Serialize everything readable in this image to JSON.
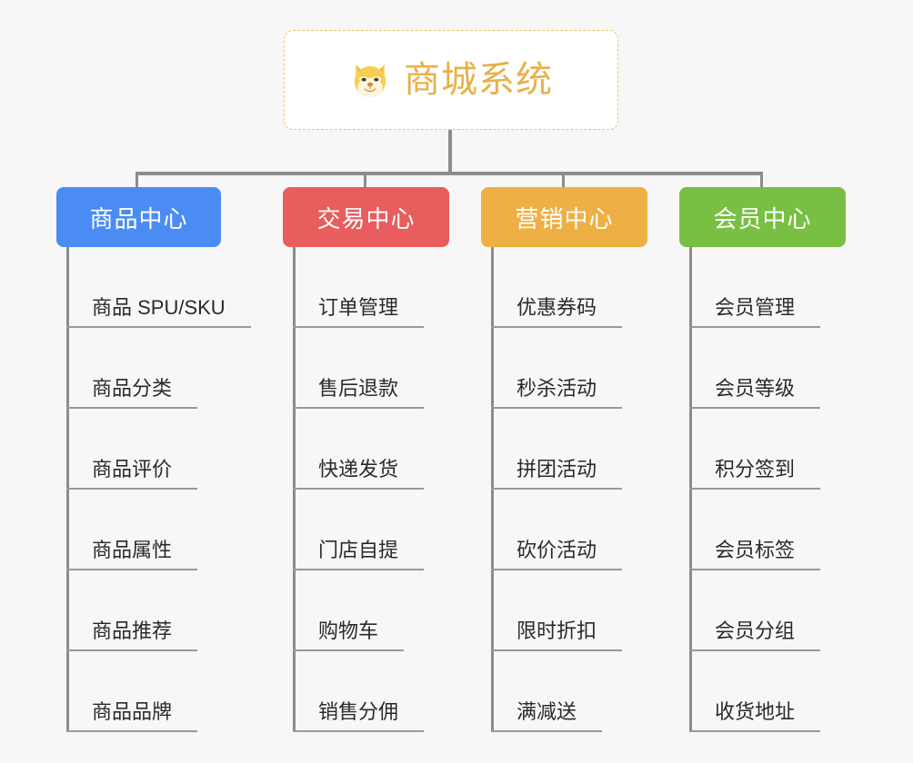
{
  "background_color": "#f7f7f7",
  "root": {
    "title": "商城系统",
    "icon": "shiba-dog-icon",
    "text_color": "#e8b04b",
    "border_color": "#f0c267"
  },
  "branches": [
    {
      "label": "商品中心",
      "color": "#4a8cf4",
      "items": [
        "商品 SPU/SKU",
        "商品分类",
        "商品评价",
        "商品属性",
        "商品推荐",
        "商品品牌"
      ]
    },
    {
      "label": "交易中心",
      "color": "#e85d5d",
      "items": [
        "订单管理",
        "售后退款",
        "快递发货",
        "门店自提",
        "购物车",
        "销售分佣"
      ]
    },
    {
      "label": "营销中心",
      "color": "#eeaf44",
      "items": [
        "优惠券码",
        "秒杀活动",
        "拼团活动",
        "砍价活动",
        "限时折扣",
        "满减送"
      ]
    },
    {
      "label": "会员中心",
      "color": "#79bf43",
      "items": [
        "会员管理",
        "会员等级",
        "积分签到",
        "会员标签",
        "会员分组",
        "收货地址"
      ]
    }
  ],
  "connector_color": "#8c8c8c"
}
